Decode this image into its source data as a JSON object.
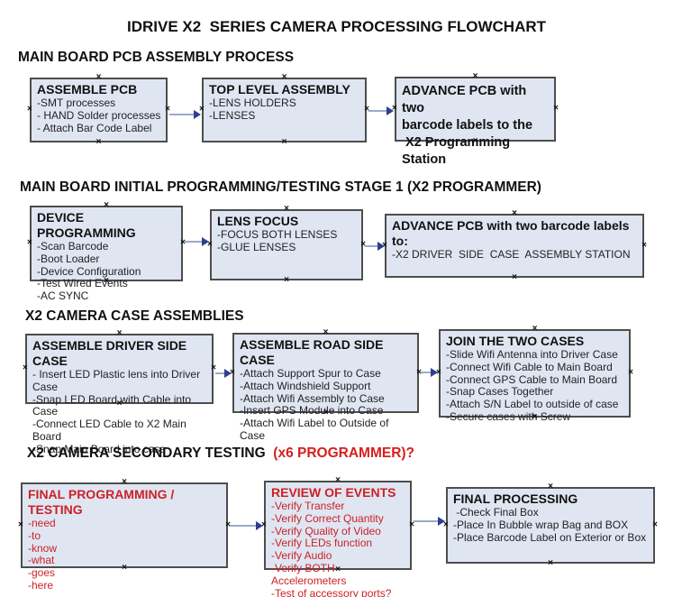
{
  "title": "IDRIVE X2  SERIES CAMERA PROCESSING FLOWCHART",
  "icons": {
    "anchor": "×",
    "arrow": "right-arrowhead"
  },
  "colors": {
    "box_fill": "#dfe6f2",
    "box_border": "#4d4d4d",
    "connector_line": "#97abc9",
    "connector_head": "#2e3f8f",
    "red_text": "#cc2127",
    "black_text": "#111111"
  },
  "sections": [
    {
      "heading": "MAIN BOARD PCB ASSEMBLY PROCESS",
      "boxes": [
        {
          "title": "ASSEMBLE PCB",
          "items": [
            "-SMT processes",
            "- HAND Solder processes",
            "- Attach Bar Code Label"
          ]
        },
        {
          "title": "TOP LEVEL ASSEMBLY",
          "items": [
            "-LENS HOLDERS",
            "-LENSES"
          ]
        },
        {
          "title": "ADVANCE PCB with two\nbarcode labels to the\n X2 Programming Station",
          "items": []
        }
      ]
    },
    {
      "heading": "MAIN BOARD INITIAL PROGRAMMING/TESTING STAGE 1 (X2 PROGRAMMER)",
      "boxes": [
        {
          "title": "DEVICE PROGRAMMING",
          "items": [
            "-Scan Barcode",
            "-Boot Loader",
            "-Device Configuration",
            "-Test Wired Events",
            "-AC SYNC"
          ]
        },
        {
          "title": "LENS FOCUS",
          "items": [
            "-FOCUS BOTH LENSES",
            "-GLUE LENSES"
          ]
        },
        {
          "title": "ADVANCE PCB with two barcode labels to:",
          "items": [
            "-X2 DRIVER  SIDE  CASE  ASSEMBLY STATION"
          ]
        }
      ]
    },
    {
      "heading": "X2 CAMERA CASE ASSEMBLIES",
      "boxes": [
        {
          "title": "ASSEMBLE DRIVER SIDE CASE",
          "items": [
            "- Insert LED Plastic lens into Driver Case",
            "-Snap LED Board with Cable into Case",
            "-Connect LED Cable to X2 Main Board",
            "-Snap Main Board into case"
          ]
        },
        {
          "title": "ASSEMBLE ROAD SIDE CASE",
          "items": [
            "-Attach Support Spur to Case",
            "-Attach Windshield Support",
            "-Attach Wifi Assembly to Case",
            "-Insert GPS Module into Case",
            "-Attach Wifi Label to Outside of Case"
          ]
        },
        {
          "title": "JOIN THE TWO CASES",
          "items": [
            "-Slide Wifi Antenna into Driver Case",
            "-Connect Wifi Cable to Main Board",
            "-Connect GPS Cable to Main Board",
            "-Snap Cases Together",
            "-Attach S/N Label to outside of case",
            "-Secure cases with Screw"
          ]
        }
      ]
    },
    {
      "heading": "X2 CAMERA SECONDARY TESTING",
      "heading_red": "  (x6 PROGRAMMER)?",
      "boxes": [
        {
          "title": "FINAL PROGRAMMING / TESTING",
          "items": [
            "-need",
            "-to",
            "-know",
            "-what",
            "-goes",
            "-here"
          ]
        },
        {
          "title": "REVIEW OF EVENTS",
          "items": [
            "-Verify Transfer",
            "-Verify Correct Quantity",
            "-Verify Quality of Video",
            "-Verify LEDs function",
            "-Verify Audio",
            "-Verify BOTH Accelerometers",
            "-Test of accessory ports?"
          ]
        },
        {
          "title": "FINAL PROCESSING",
          "items": [
            " -Check Final Box",
            "-Place In Bubble wrap Bag and BOX",
            "-Place Barcode Label on Exterior or Box"
          ]
        }
      ]
    }
  ]
}
